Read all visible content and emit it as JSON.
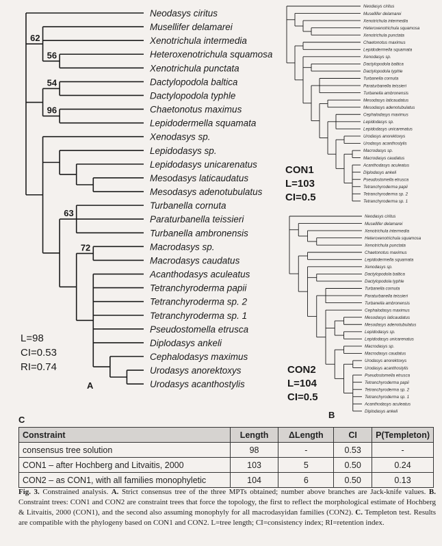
{
  "panel_labels": {
    "A": "A",
    "B": "B",
    "C": "C"
  },
  "tree_a": {
    "taxa": [
      "Neodasys ciritus",
      "Musellifer delamarei",
      "Xenotrichula intermedia",
      "Heteroxenotrichula squamosa",
      "Xenotrichula punctata",
      "Dactylopodola baltica",
      "Dactylopodola typhle",
      "Chaetonotus maximus",
      "Lepidodermella squamata",
      "Xenodasys sp.",
      "Lepidodasys sp.",
      "Lepidodasys unicarenatus",
      "Mesodasys laticaudatus",
      "Mesodasys adenotubulatus",
      "Turbanella cornuta",
      "Paraturbanella teissieri",
      "Turbanella ambronensis",
      "Macrodasys sp.",
      "Macrodasys caudatus",
      "Acanthodasys aculeatus",
      "Tetranchyroderma papii",
      "Tetranchyroderma sp. 2",
      "Tetranchyroderma sp. 1",
      "Pseudostomella etrusca",
      "Diplodasys ankeli",
      "Cephalodasys maximus",
      "Urodasys anorektoxys",
      "Urodasys acanthostylis"
    ],
    "supports": [
      {
        "value": "62",
        "node": "n_musx"
      },
      {
        "value": "56",
        "node": "n_xen"
      },
      {
        "value": "54",
        "node": "n_dac"
      },
      {
        "value": "96",
        "node": "n_chl"
      },
      {
        "value": "63",
        "node": "n_pt"
      },
      {
        "value": "72",
        "node": "n_mac"
      }
    ],
    "stats": [
      "L=98",
      "CI=0.53",
      "RI=0.74"
    ]
  },
  "tree_con1": {
    "taxa": [
      "Neodasys ciritus",
      "Musellifer delamarei",
      "Xenotrichula intermedia",
      "Heteroxenotrichula squamosa",
      "Xenotrichula punctata",
      "Chaetonotus maximus",
      "Lepidodermella squamata",
      "Xenodasys sp.",
      "Dactylopodola baltica",
      "Dactylopodola typhle",
      "Turbanella cornuta",
      "Paraturbanella teissieri",
      "Turbanella ambronensis",
      "Mesodasys laticaudatus",
      "Mesodasys adenotubulatus",
      "Cephalodasys maximus",
      "Lepidodasys sp.",
      "Lepidodasys unicarenatus",
      "Urodasys anorektoxys",
      "Urodasys acanthostylis",
      "Macrodasys sp.",
      "Macrodasys caudatus",
      "Acanthodasys aculeatus",
      "Diplodasys ankeli",
      "Pseudostomella etrusca",
      "Tetranchyroderma papii",
      "Tetranchyroderma sp. 2",
      "Tetranchyroderma sp. 1"
    ],
    "stats": [
      "CON1",
      "L=103",
      "CI=0.5"
    ]
  },
  "tree_con2": {
    "taxa": [
      "Neodasys ciritus",
      "Musellifer delamarei",
      "Xenotrichula intermedia",
      "Heteroxenotrichula squamosa",
      "Xenotrichula punctata",
      "Chaetonotus maximus",
      "Lepidodermella squamata",
      "Xenodasys sp.",
      "Dactylopodola baltica",
      "Dactylopodola typhle",
      "Turbanella cornuta",
      "Paraturbanella teissieri",
      "Turbanella ambronensis",
      "Cephalodasys maximus",
      "Mesodasys laticaudatus",
      "Mesodasys adenotubulatus",
      "Lepidodasys sp.",
      "Lepidodasys unicarenatus",
      "Macrodasys sp.",
      "Macrodasys caudatus",
      "Urodasys anorektoxys",
      "Urodasys acanthostylis",
      "Pseudostomella etrusca",
      "Tetranchyroderma papii",
      "Tetranchyroderma sp. 2",
      "Tetranchyroderma sp. 1",
      "Acanthodasys aculeatus",
      "Diplodasys ankeli"
    ],
    "stats": [
      "CON2",
      "L=104",
      "CI=0.5"
    ]
  },
  "table": {
    "headers": [
      "Constraint",
      "Length",
      "ΔLength",
      "CI",
      "P(Templeton)"
    ],
    "rows": [
      [
        "consensus tree solution",
        "98",
        "-",
        "0.53",
        "-"
      ],
      [
        "CON1 – after Hochberg and Litvaitis, 2000",
        "103",
        "5",
        "0.50",
        "0.24"
      ],
      [
        "CON2 – as CON1, with all families monophyletic",
        "104",
        "6",
        "0.50",
        "0.13"
      ]
    ]
  },
  "caption": {
    "fig": "Fig. 3.",
    "t0": " Constrained analysis. ",
    "a": "A.",
    "t1": " Strict consensus tree of the three MPTs obtained; number above branches are Jack-knife values. ",
    "b": "B.",
    "t2": " Constraint trees: CON1 and CON2 are constraint trees that force the topology, the first to reflect the morphological estimate of Hochberg & Litvaitis, 2000 (CON1), and the second also assuming monophyly for all macrodasyidan families (CON2). ",
    "c": "C.",
    "t3": " Templeton test. Results are compatible with the phylogeny based on CON1 and CON2. L=tree length; CI=consistency index; RI=retention index."
  }
}
